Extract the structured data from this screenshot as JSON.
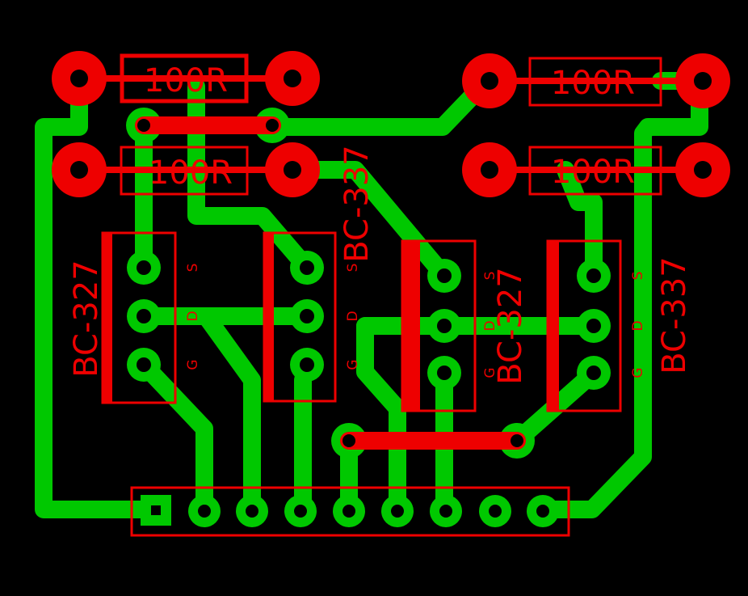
{
  "board": {
    "colors": {
      "background": "#000000",
      "copper": "#00c800",
      "silkscreen": "#ee0000"
    },
    "resistors": [
      {
        "label": "100R"
      },
      {
        "label": "100R"
      },
      {
        "label": "100R"
      },
      {
        "label": "100R"
      }
    ],
    "transistors": [
      {
        "label": "BC-327",
        "pins": [
          "S",
          "D",
          "G"
        ]
      },
      {
        "label": "BC-337",
        "pins": [
          "S",
          "D",
          "G"
        ]
      },
      {
        "label": "BC-327",
        "pins": [
          "S",
          "D",
          "G"
        ]
      },
      {
        "label": "BC-337",
        "pins": [
          "S",
          "D",
          "G"
        ]
      }
    ],
    "header": {
      "pin_count": 9
    }
  }
}
